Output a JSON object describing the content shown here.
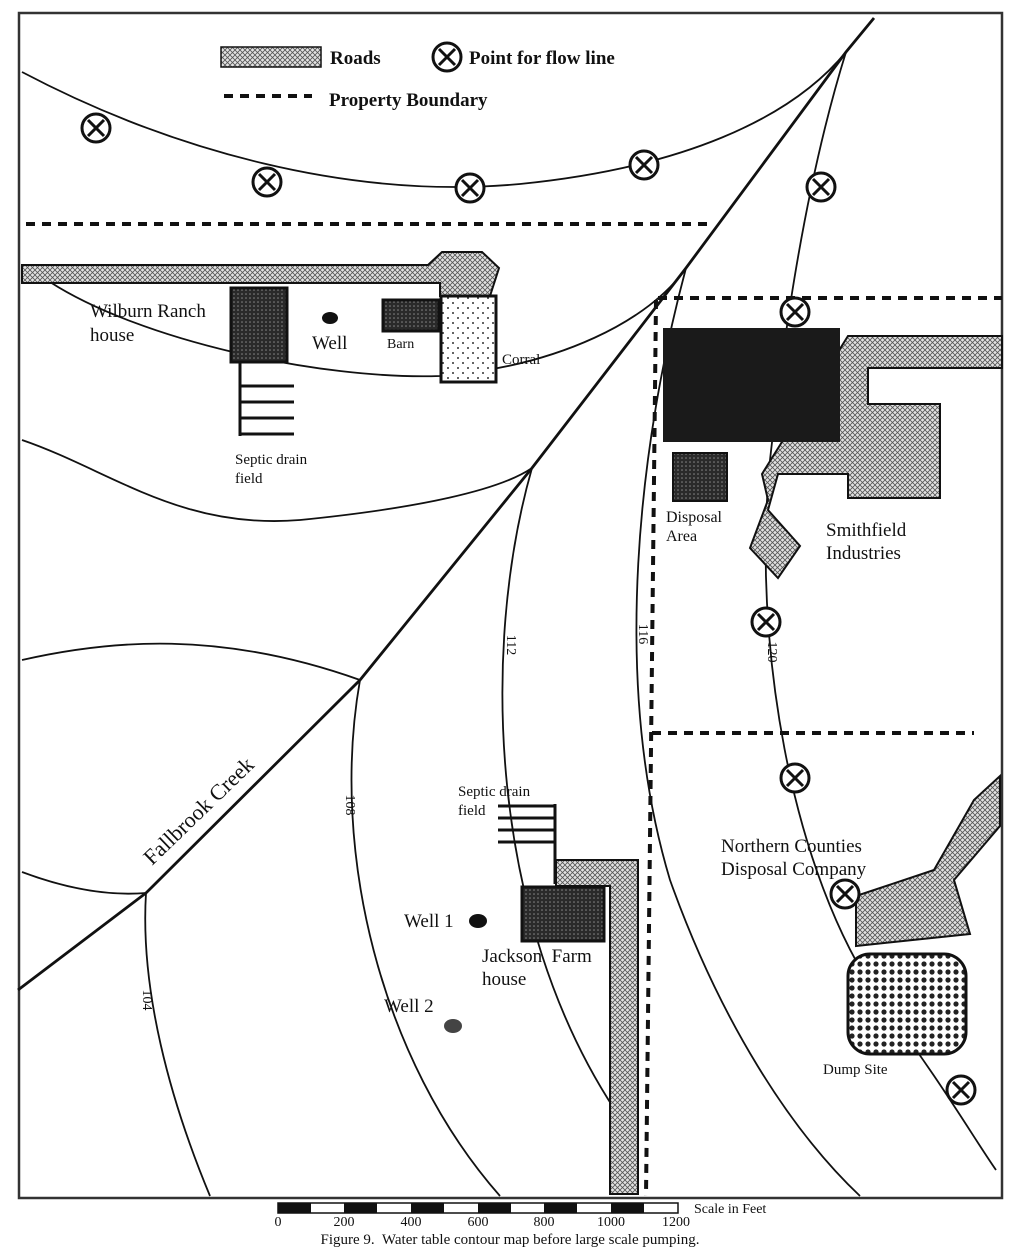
{
  "legend": {
    "roads": "Roads",
    "flow_point": "Point for flow line",
    "property_boundary": "Property Boundary"
  },
  "labels": {
    "wilburn_ranch": "Wilburn Ranch",
    "wilburn_house": "house",
    "well": "Well",
    "barn": "Barn",
    "corral": "Corral",
    "septic_top_1": "Septic drain",
    "septic_top_2": "field",
    "disposal_1": "Disposal",
    "disposal_2": "Area",
    "smithfield_1": "Smithfield",
    "smithfield_2": "Industries",
    "creek": "Fallbrook Creek",
    "septic_mid_1": "Septic drain",
    "septic_mid_2": "field",
    "well1": "Well 1",
    "well2": "Well 2",
    "jackson_1": "Jackson  Farm",
    "jackson_2": "house",
    "northern_1": "Northern Counties",
    "northern_2": "Disposal Company",
    "dump": "Dump Site"
  },
  "contours": {
    "c104": "104",
    "c108": "108",
    "c112": "112",
    "c116": "116",
    "c120": "120"
  },
  "scale": {
    "title": "Scale in Feet",
    "ticks": [
      "0",
      "200",
      "400",
      "600",
      "800",
      "1000",
      "1200"
    ]
  },
  "caption": "Figure 9.  Water table contour map before large scale pumping.",
  "colors": {
    "ink": "#111111",
    "road_fill": "#d8d8d8",
    "building_fill": "#1a1a1a"
  }
}
